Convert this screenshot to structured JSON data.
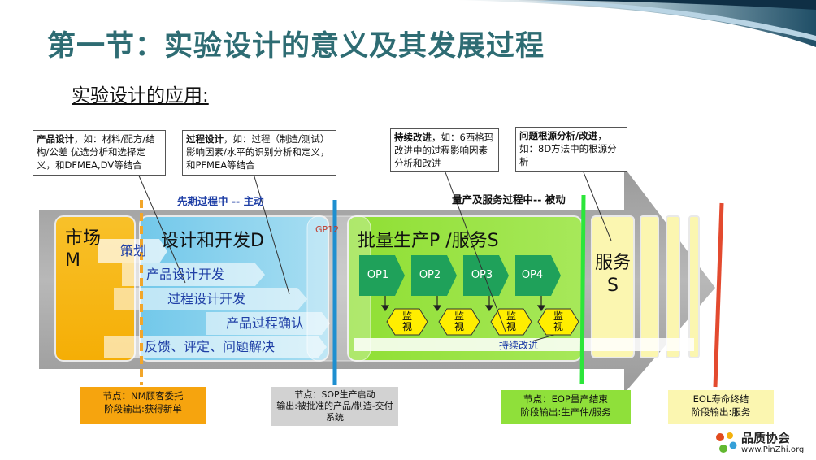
{
  "title": "第一节：实验设计的意义及其发展过程",
  "subtitle": "实验设计的应用:",
  "callouts": [
    {
      "bold": "产品设计",
      "text": "，如：材料/配方/结构/公差 优选分析和选择定义，和DFMEA,DV等结合"
    },
    {
      "bold": "过程设计",
      "text": "，如：过程（制造/测试）影响因素/水平的识别分析和定义，和PFMEA等结合"
    },
    {
      "bold": "持续改进",
      "text": "，如：6西格玛改进中的过程影响因素分析和改进"
    },
    {
      "bold": "问题根源分析/改进",
      "text": "，如：8D方法中的根源分析"
    }
  ],
  "phase_labels": {
    "early": "先期过程中 -- 主动",
    "mass": "量产及服务过程中-- 被动"
  },
  "stages": {
    "market": "市场\nM",
    "design": "设计和开发D",
    "production": "批量生产P /服务S",
    "service": "服务\nS"
  },
  "gp12": "GP12",
  "design_tasks": [
    "策划",
    "产品设计开发",
    "过程设计开发",
    "产品过程确认",
    "反馈、评定、问题解决"
  ],
  "ops": [
    "OP1",
    "OP2",
    "OP3",
    "OP4"
  ],
  "monitor_label": "监视",
  "continuous_improvement": "持续改进",
  "nodes": [
    {
      "line1": "节点：NM顾客委托",
      "line2": "阶段输出:获得新单"
    },
    {
      "line1": "节点：SOP生产启动",
      "line2": "输出:被批准的产品/制造-交付系统"
    },
    {
      "line1": "节点：EOP量产结束",
      "line2": "阶段输出:生产件/服务"
    },
    {
      "line1": "EOL寿命终结",
      "line2": "阶段输出:服务"
    }
  ],
  "logo": {
    "name": "品质协会",
    "url": "www.PinZhi.org"
  },
  "colors": {
    "title": "#2e6c73",
    "market": "#f6b40e",
    "design": "#7fd0ec",
    "production": "#8fe03a",
    "service": "#fbf6b0",
    "monitor": "#ffee00",
    "early_label": "#1f3fa6",
    "sop_line": "#1e8fd0",
    "eop_line": "#2ce63a",
    "eol_line": "#e34a2f"
  }
}
